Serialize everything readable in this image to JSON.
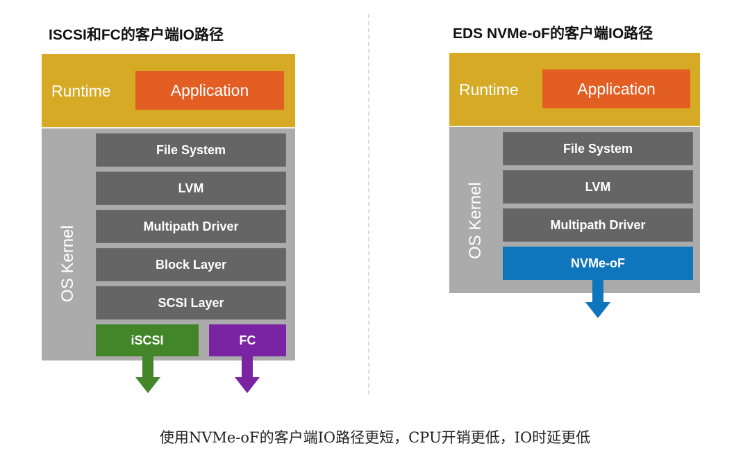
{
  "left": {
    "title": "ISCSI和FC的客户端IO路径",
    "runtime_label": "Runtime",
    "application_label": "Application",
    "kernel_label": "OS Kernel",
    "layers": [
      "File System",
      "LVM",
      "Multipath Driver",
      "Block Layer",
      "SCSI Layer"
    ],
    "protocols": [
      {
        "label": "iSCSI",
        "color": "#43862a"
      },
      {
        "label": "FC",
        "color": "#7a24a3"
      }
    ]
  },
  "right": {
    "title": "EDS NVMe-oF的客户端IO路径",
    "runtime_label": "Runtime",
    "application_label": "Application",
    "kernel_label": "OS Kernel",
    "layers": [
      "File System",
      "LVM",
      "Multipath Driver"
    ],
    "protocols": [
      {
        "label": "NVMe-oF",
        "color": "#0f75bc"
      }
    ]
  },
  "colors": {
    "runtime": "#d6aa24",
    "application": "#e35e22",
    "kernel": "#ababab",
    "layer": "#656565"
  },
  "caption": "使用NVMe-oF的客户端IO路径更短，CPU开销更低，IO时延更低"
}
